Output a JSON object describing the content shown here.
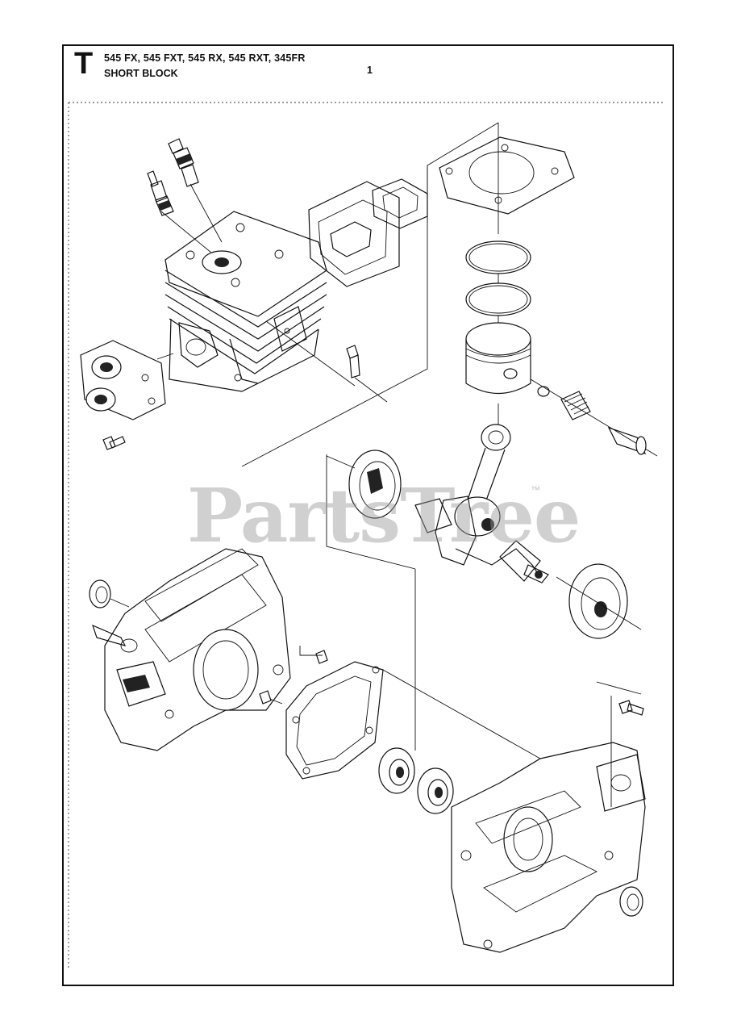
{
  "header": {
    "section_letter": "T",
    "models": "545 FX, 545 FXT, 545 RX, 545 RXT, 345FR",
    "title": "SHORT BLOCK",
    "page_number": "1"
  },
  "watermark": {
    "text": "PartsTree",
    "trademark": "™"
  },
  "diagram": {
    "parts": [
      "spark-plug",
      "decompression-valve",
      "cylinder",
      "muffler-gasket",
      "intake-flange",
      "screw",
      "cylinder-gasket",
      "piston-ring",
      "piston",
      "circlip",
      "needle-bearing",
      "piston-pin",
      "flywheel-side-washer",
      "crankshaft",
      "connecting-rod",
      "crankcase-left",
      "oil-seal",
      "guide-pin",
      "crankcase-gasket",
      "ball-bearing",
      "crankcase-right"
    ]
  }
}
